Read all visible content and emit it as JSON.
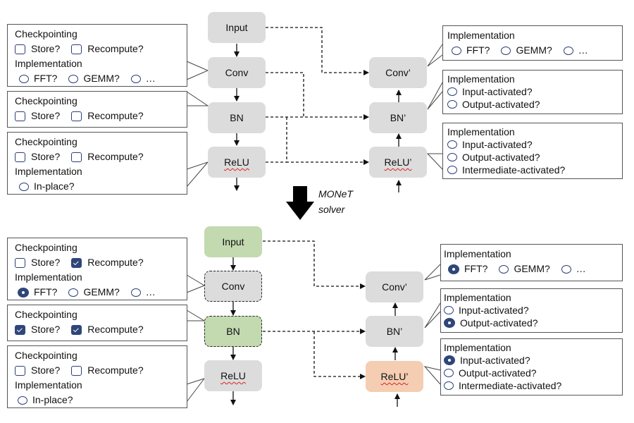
{
  "solver": {
    "line1": "MONeT",
    "line2": "solver",
    "icon": "down-arrow-icon"
  },
  "before": {
    "forward": [
      {
        "label": "Input",
        "style": "plain"
      },
      {
        "label": "Conv",
        "style": "plain"
      },
      {
        "label": "BN",
        "style": "plain"
      },
      {
        "label": "ReLU",
        "style": "plain"
      }
    ],
    "backward": [
      {
        "label": "Conv’",
        "style": "plain"
      },
      {
        "label": "BN’",
        "style": "plain"
      },
      {
        "label": "ReLU’",
        "style": "plain"
      }
    ],
    "left_panels": [
      {
        "checkpoint_title": "Checkpointing",
        "store": {
          "label": "Store?",
          "checked": false
        },
        "recompute": {
          "label": "Recompute?",
          "checked": false
        },
        "impl_title": "Implementation",
        "impl_options": [
          {
            "label": "FFT?",
            "checked": false
          },
          {
            "label": "GEMM?",
            "checked": false
          },
          {
            "label": "…",
            "checked": false
          }
        ]
      },
      {
        "checkpoint_title": "Checkpointing",
        "store": {
          "label": "Store?",
          "checked": false
        },
        "recompute": {
          "label": "Recompute?",
          "checked": false
        }
      },
      {
        "checkpoint_title": "Checkpointing",
        "store": {
          "label": "Store?",
          "checked": false
        },
        "recompute": {
          "label": "Recompute?",
          "checked": false
        },
        "impl_title": "Implementation",
        "impl_options": [
          {
            "label": "In-place?",
            "checked": false
          }
        ]
      }
    ],
    "right_panels": [
      {
        "impl_title": "Implementation",
        "options": [
          {
            "label": "FFT?",
            "checked": false
          },
          {
            "label": "GEMM?",
            "checked": false
          },
          {
            "label": "…",
            "checked": false
          }
        ]
      },
      {
        "impl_title": "Implementation",
        "options": [
          {
            "label": "Input-activated?",
            "checked": false
          },
          {
            "label": "Output-activated?",
            "checked": false
          }
        ]
      },
      {
        "impl_title": "Implementation",
        "options": [
          {
            "label": "Input-activated?",
            "checked": false
          },
          {
            "label": "Output-activated?",
            "checked": false
          },
          {
            "label": "Intermediate-activated?",
            "checked": false
          }
        ]
      }
    ]
  },
  "after": {
    "forward": [
      {
        "label": "Input",
        "style": "green"
      },
      {
        "label": "Conv",
        "style": "dashed"
      },
      {
        "label": "BN",
        "style": "green dashed"
      },
      {
        "label": "ReLU",
        "style": "plain"
      }
    ],
    "backward": [
      {
        "label": "Conv’",
        "style": "plain"
      },
      {
        "label": "BN’",
        "style": "plain"
      },
      {
        "label": "ReLU’",
        "style": "orange"
      }
    ],
    "left_panels": [
      {
        "checkpoint_title": "Checkpointing",
        "store": {
          "label": "Store?",
          "checked": false
        },
        "recompute": {
          "label": "Recompute?",
          "checked": true
        },
        "impl_title": "Implementation",
        "impl_options": [
          {
            "label": "FFT?",
            "checked": true
          },
          {
            "label": "GEMM?",
            "checked": false
          },
          {
            "label": "…",
            "checked": false
          }
        ]
      },
      {
        "checkpoint_title": "Checkpointing",
        "store": {
          "label": "Store?",
          "checked": true
        },
        "recompute": {
          "label": "Recompute?",
          "checked": true
        }
      },
      {
        "checkpoint_title": "Checkpointing",
        "store": {
          "label": "Store?",
          "checked": false
        },
        "recompute": {
          "label": "Recompute?",
          "checked": false
        },
        "impl_title": "Implementation",
        "impl_options": [
          {
            "label": "In-place?",
            "checked": false
          }
        ]
      }
    ],
    "right_panels": [
      {
        "impl_title": "Implementation",
        "options": [
          {
            "label": "FFT?",
            "checked": true
          },
          {
            "label": "GEMM?",
            "checked": false
          },
          {
            "label": "…",
            "checked": false
          }
        ]
      },
      {
        "impl_title": "Implementation",
        "options": [
          {
            "label": "Input-activated?",
            "checked": false
          },
          {
            "label": "Output-activated?",
            "checked": true
          }
        ]
      },
      {
        "impl_title": "Implementation",
        "options": [
          {
            "label": "Input-activated?",
            "checked": true
          },
          {
            "label": "Output-activated?",
            "checked": false
          },
          {
            "label": "Intermediate-activated?",
            "checked": false
          }
        ]
      }
    ]
  }
}
